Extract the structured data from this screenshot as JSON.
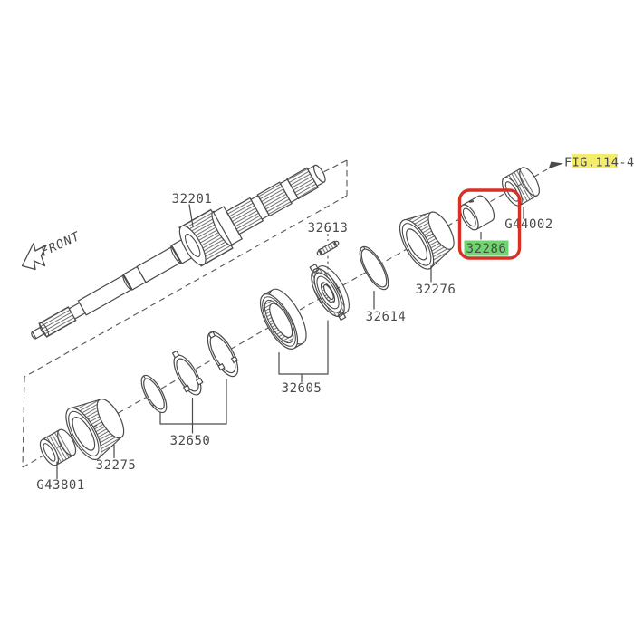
{
  "diagram": {
    "type": "exploded-parts-diagram",
    "annotations": {
      "front": "FRONT",
      "figure_ref": "FIG.114-4"
    },
    "parts": {
      "shaft": "32201",
      "insert_key": "32613",
      "snap_ring": "32614",
      "bearing_rear": "32276",
      "bushing": "32286",
      "needle_bearing_rear": "G44002",
      "hub_assembly": "32605",
      "synchro_rings": "32650",
      "bearing_front": "32275",
      "needle_bearing_front": "G43801"
    },
    "highlighted_part": "32286"
  },
  "colors": {
    "line": "#4a4a4a",
    "red_box": "#d93025",
    "green_highlight": "#6fd66f",
    "yellow_highlight": "#f3ec6d"
  }
}
